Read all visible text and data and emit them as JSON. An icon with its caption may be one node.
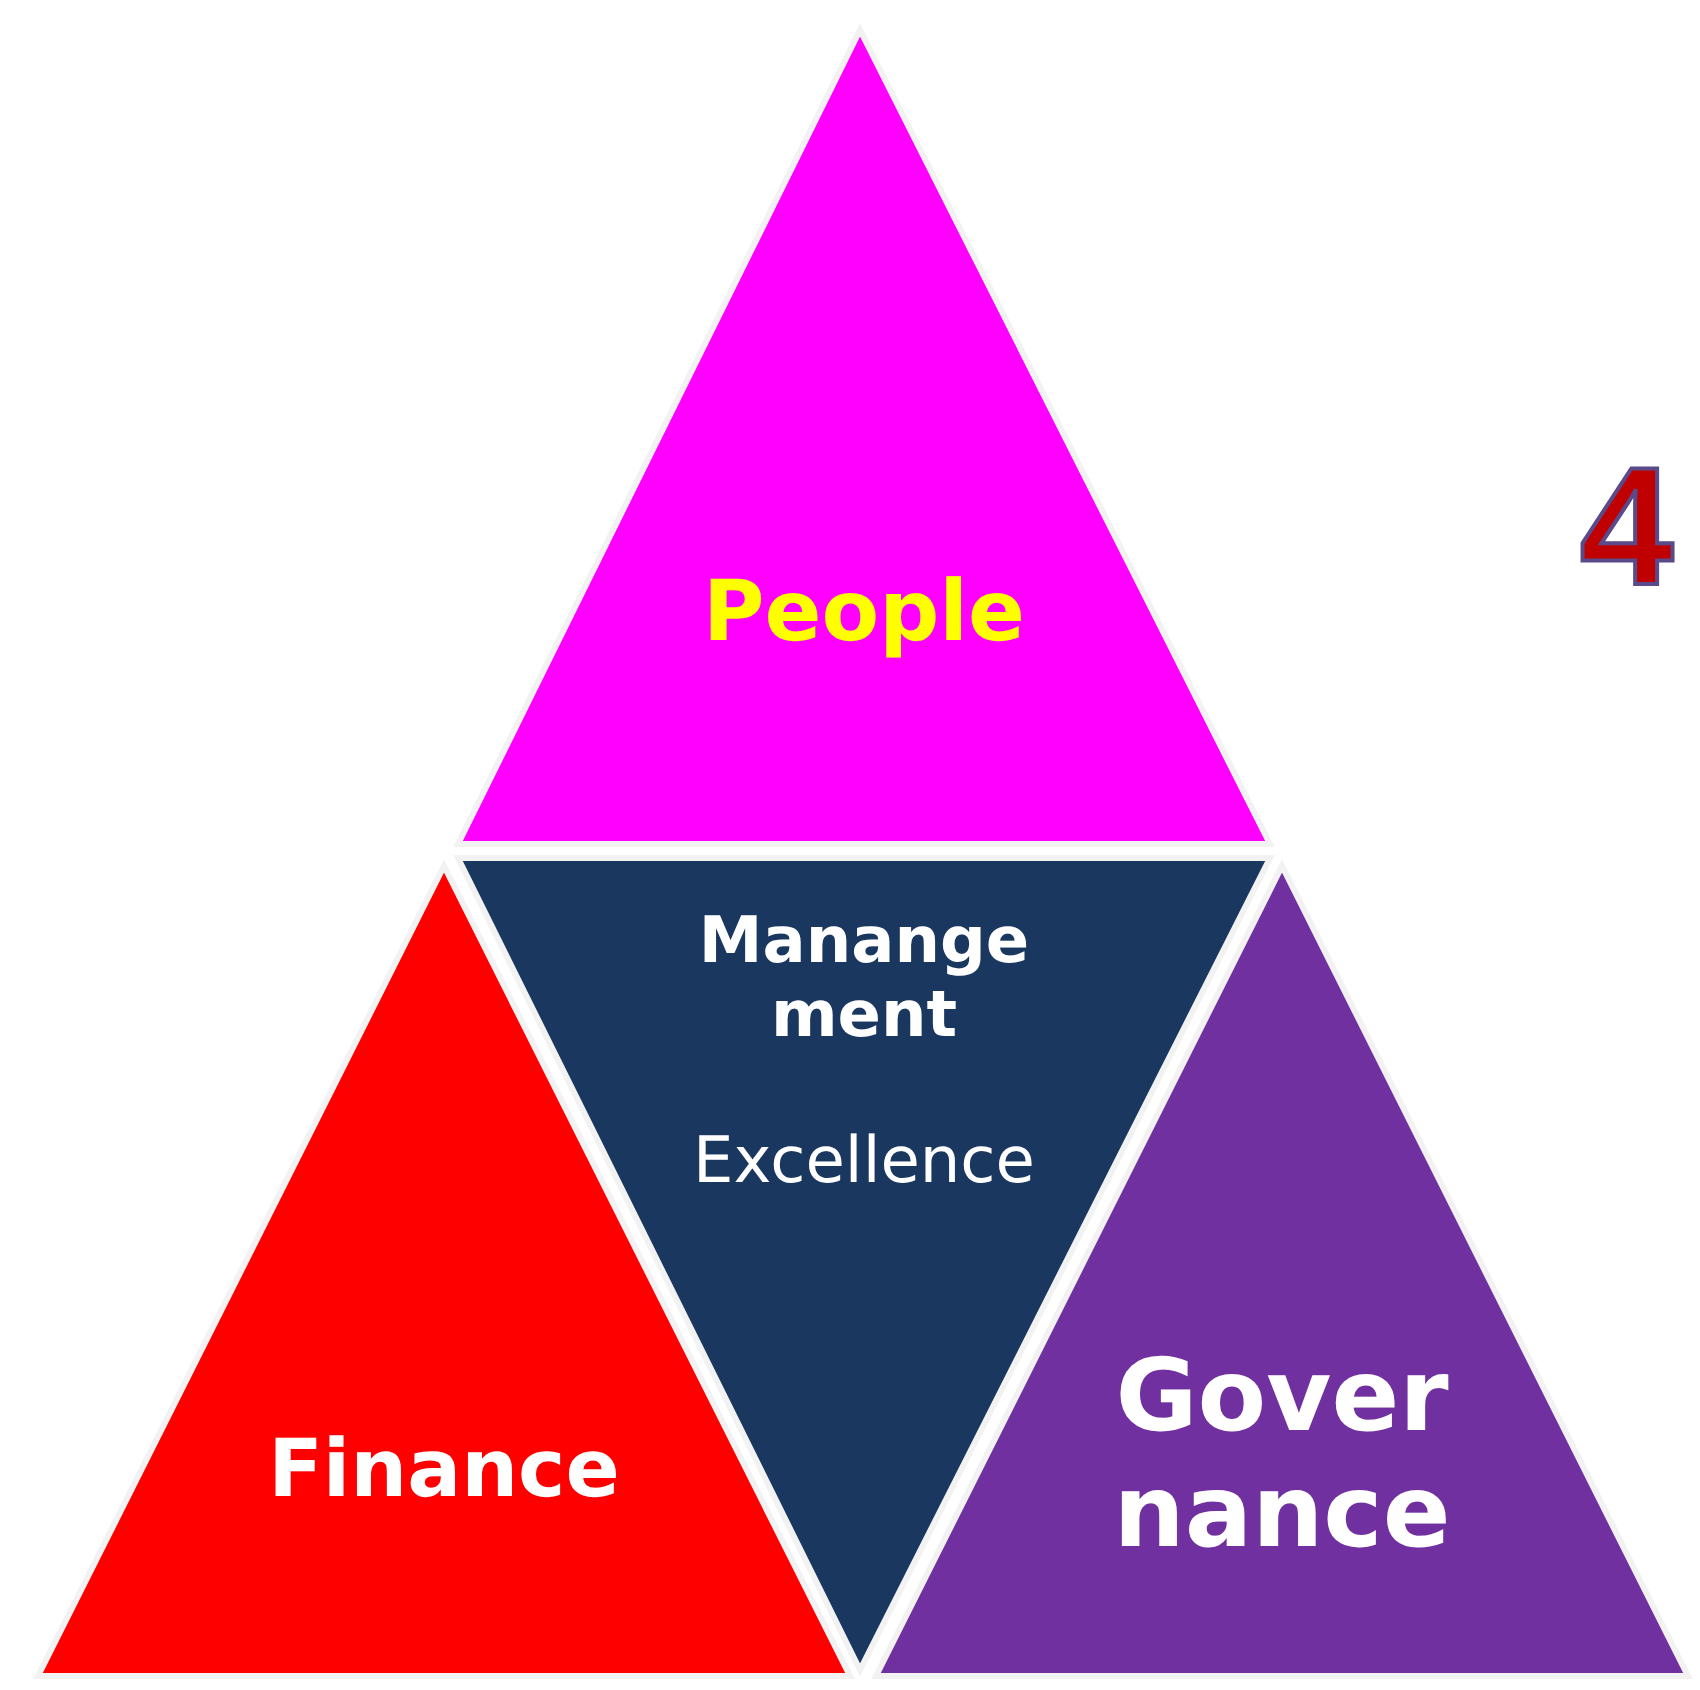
{
  "diagram": {
    "nodes": [
      {
        "text": [
          "People"
        ]
      },
      {
        "text": [
          "Manange ment",
          "Excellence"
        ]
      },
      {
        "text": [
          "Finance"
        ]
      },
      {
        "text": [
          "Gover nance"
        ]
      }
    ],
    "labels": [
      "4"
    ]
  }
}
